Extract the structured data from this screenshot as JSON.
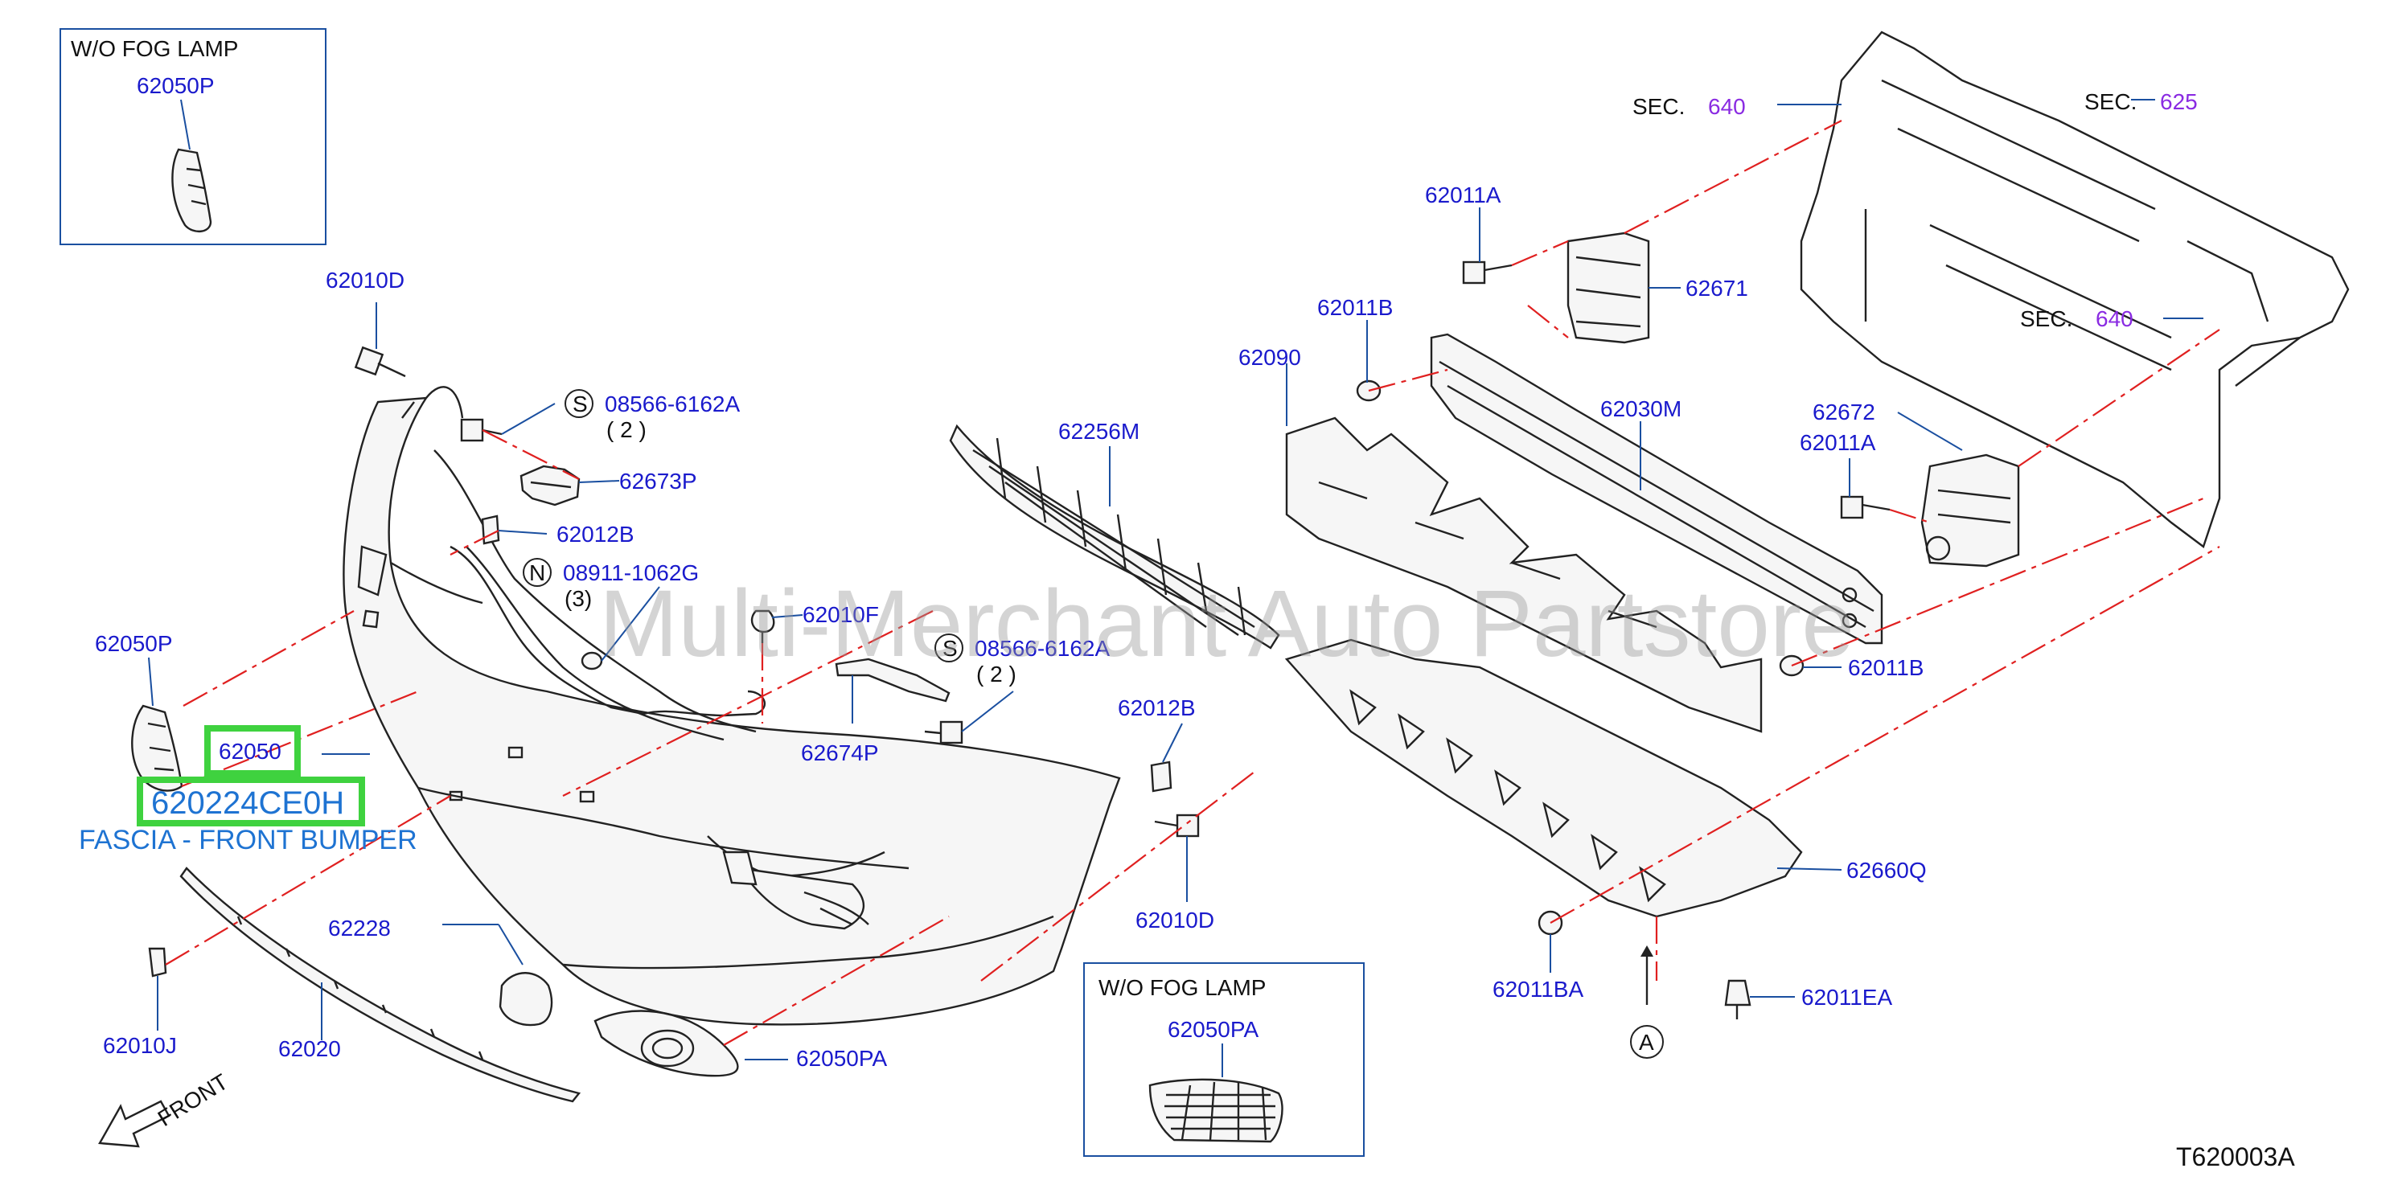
{
  "inset_top_left": {
    "title": "W/O   FOG   LAMP",
    "part": "62050P"
  },
  "inset_bottom": {
    "title": "W/O   FOG   LAMP",
    "part": "62050PA"
  },
  "sections": [
    {
      "prefix": "SEC.",
      "num": "640"
    },
    {
      "prefix": "SEC.",
      "num": "625"
    },
    {
      "prefix": "SEC.",
      "num": "640"
    }
  ],
  "parts": {
    "p62010D_top": "62010D",
    "p08566_top": "08566-6162A",
    "p08566_top_qty": "(   2   )",
    "p62673P": "62673P",
    "p62012B_top": "62012B",
    "p08911": "08911-1062G",
    "p08911_qty": "(3)",
    "p62010F": "62010F",
    "p62050P": "62050P",
    "p62050": "62050",
    "p62674P": "62674P",
    "p08566_mid": "08566-6162A",
    "p08566_mid_qty": "(   2   )",
    "p62012B_mid": "62012B",
    "p62010D_bot": "62010D",
    "p62228": "62228",
    "p62010J": "62010J",
    "p62020": "62020",
    "p62050PA": "62050PA",
    "p62256M": "62256M",
    "p62090": "62090",
    "p62011B_top": "62011B",
    "p62011A_top": "62011A",
    "p62671": "62671",
    "p62030M": "62030M",
    "p62672": "62672",
    "p62011A_mid": "62011A",
    "p62011B_mid": "62011B",
    "p62660Q": "62660Q",
    "p62011BA": "62011BA",
    "p62011EA": "62011EA"
  },
  "highlight": {
    "part_number": "620224CE0H",
    "description": "FASCIA - FRONT BUMPER"
  },
  "symbols": {
    "s": "S",
    "n": "N",
    "a": "A"
  },
  "front_label": "FRONT",
  "watermark": "Multi-Merchant Auto Partstore",
  "diagram_code": "T620003A",
  "colors": {
    "part_label": "#1a1acc",
    "callout_line": "#e02020",
    "highlight_box": "#3fd23f",
    "section_ref": "#8a2be2"
  }
}
